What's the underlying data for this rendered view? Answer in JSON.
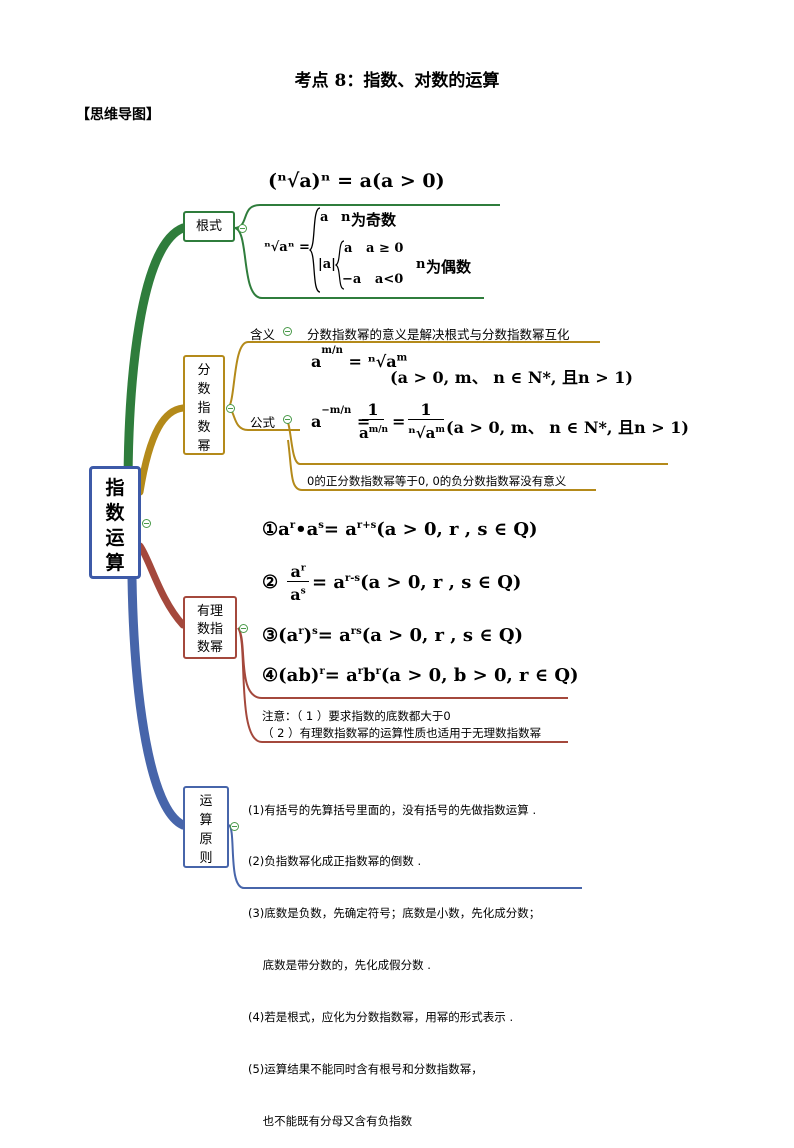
{
  "title": "考点 8：指数、对数的运算",
  "section": "【思维导图】",
  "root": {
    "label_lines": [
      "指",
      "数",
      "运",
      "算"
    ]
  },
  "branches": {
    "radical": {
      "label": "根式",
      "formula_power": "(ⁿ√a)ⁿ = a(a > 0)",
      "odd_text": "为奇数",
      "even_text": "为偶数",
      "case_a": "a",
      "case_n": "n",
      "case_abs": "|a|",
      "case_ge": "a   a ≥ 0",
      "case_lt": "−a   a<0"
    },
    "fractional": {
      "label_lines": [
        "分",
        "数",
        "指",
        "数",
        "幂"
      ],
      "meaning_label": "含义",
      "meaning_text": "分数指数幂的意义是解决根式与分数指数幂互化",
      "formula_label": "公式",
      "formula1_cond": "(a > 0, m、 n ∈ N*, 且n > 1)",
      "formula2_cond": "(a > 0, m、 n ∈ N*, 且n > 1)",
      "zero_note": "0的正分数指数幂等于0, 0的负分数指数幂没有意义"
    },
    "rational": {
      "label_lines": [
        "有理",
        "数指",
        "数幂"
      ],
      "rule1_cond": "(a > 0,  r ,  s ∈ Q)",
      "rule2_cond": "(a > 0,  r ,  s ∈ Q)",
      "rule3_cond": "(a > 0,  r ,  s ∈ Q)",
      "rule4_cond": "(a > 0,  b > 0,  r ∈ Q)",
      "note1": "注意：（ 1 ）要求指数的底数都大于0",
      "note2": "（ 2 ）有理数指数幂的运算性质也适用于无理数指数幂"
    },
    "principle": {
      "label_lines": [
        "运",
        "算",
        "原",
        "则"
      ],
      "items": [
        "(1)有括号的先算括号里面的，没有括号的先做指数运算 .",
        "(2)负指数幂化成正指数幂的倒数 .",
        "(3)底数是负数，先确定符号；底数是小数，先化成分数；",
        "    底数是带分数的，先化成假分数 .",
        "(4)若是根式，应化为分数指数幂，用幂的形式表示 .",
        "(5)运算结果不能同时含有根号和分数指数幂，",
        "    也不能既有分母又含有负指数"
      ]
    }
  },
  "colors": {
    "green": "#2f7d3c",
    "gold": "#b48a1a",
    "red": "#a4483c",
    "blue": "#4765aa"
  }
}
